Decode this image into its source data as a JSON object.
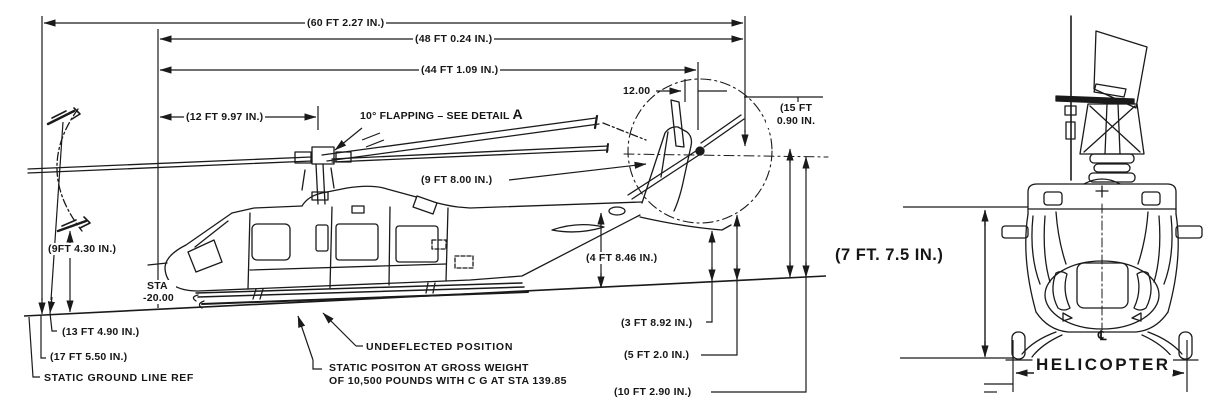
{
  "meta": {
    "drawing_type": "helicopter dimensional diagram",
    "ink_color": "#1a1a1a",
    "paper_color": "#ffffff"
  },
  "side_view": {
    "dim_overall_length": "(60 FT 2.27 IN.)",
    "dim_rotor_span": "(48 FT 0.24 IN.)",
    "dim_44ft": "(44 FT 1.09 IN.)",
    "dim_12ft": "(12 FT 9.97 IN.)",
    "flapping_note": "10° FLAPPING – SEE DETAIL ",
    "flapping_detail_letter": "A",
    "dim_12in": "12.00",
    "dim_15ft_line1": "(15 FT",
    "dim_15ft_line2": "0.90 IN.",
    "dim_9ft8": "(9 FT 8.00 IN.)",
    "dim_9ft430": "(9FT 4.30 IN.)",
    "sta_line1": "STA",
    "sta_line2": "-20.00",
    "dim_4ft846": "(4 FT 8.46 IN.)",
    "dim_13ft490": "(13 FT 4.90 IN.)",
    "dim_17ft550": "(17 FT 5.50 IN.)",
    "static_ground_line_ref": "STATIC GROUND LINE REF",
    "undeflected_position": "UNDEFLECTED POSITION",
    "static_position_line1": "STATIC POSITON AT GROSS WEIGHT",
    "static_position_line2": "OF 10,500 POUNDS WITH C G AT STA 139.85",
    "dim_3ft892": "(3 FT 8.92 IN.)",
    "dim_5ft20": "(5 FT 2.0 IN.)",
    "dim_10ft290": "(10 FT 2.90 IN.)"
  },
  "front_view": {
    "dim_height": "(7 FT. 7.5 IN.)",
    "caption": "HELICOPTER",
    "centerline_symbol": "℄"
  }
}
